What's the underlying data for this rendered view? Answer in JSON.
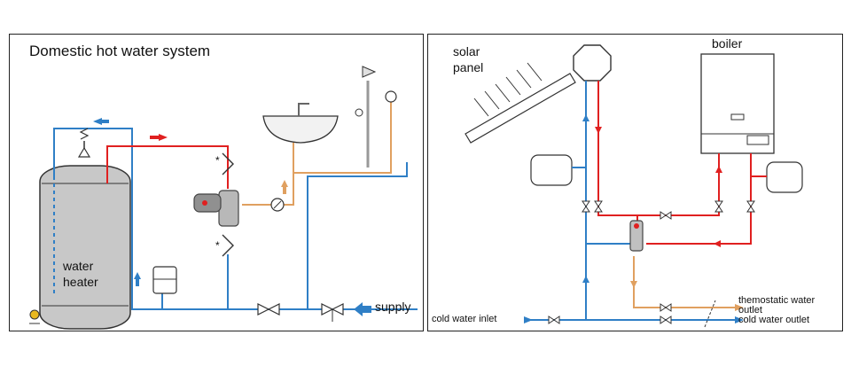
{
  "left": {
    "title": "Domestic hot water system",
    "tank_label_line1": "water",
    "tank_label_line2": "heater",
    "supply_label": "supply",
    "star_upper": "*",
    "star_lower": "*"
  },
  "right": {
    "solar_label_line1": "solar",
    "solar_label_line2": "panel",
    "boiler_label": "boiler",
    "cold_inlet_label": "cold water inlet",
    "thermo_outlet_line1": "themostatic water",
    "thermo_outlet_line2": "outlet",
    "cold_outlet_label": "cold water outlet"
  },
  "colors": {
    "cold": "#2f7fc6",
    "hot": "#e02020",
    "mixed": "#e0a060",
    "tank": "#c8c8c8"
  }
}
